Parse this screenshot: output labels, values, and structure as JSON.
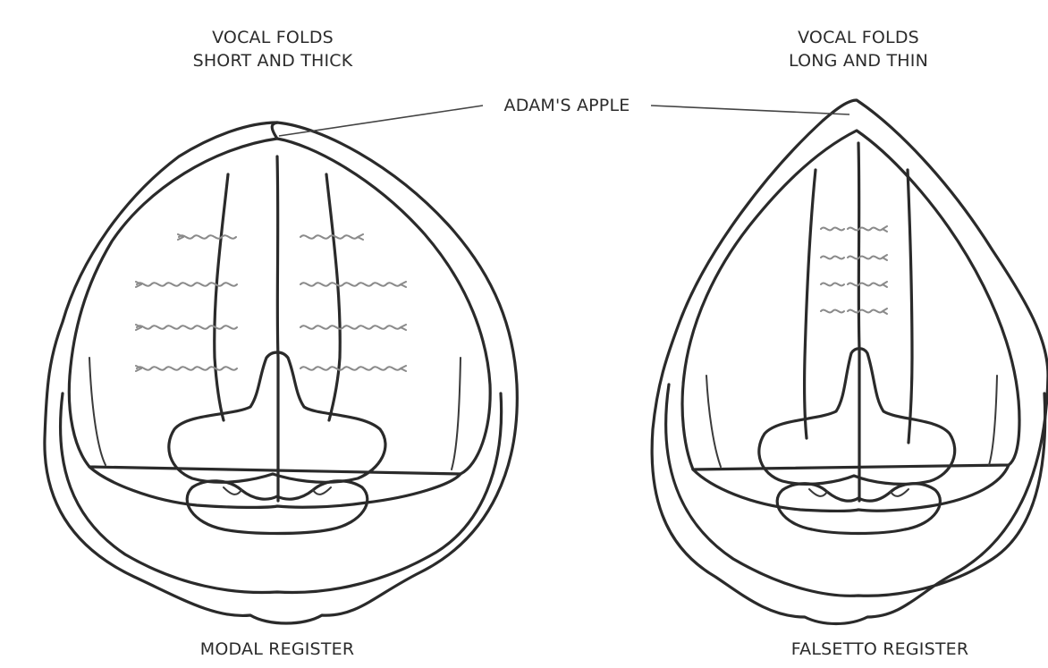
{
  "left": {
    "heading_line1": "VOCAL FOLDS",
    "heading_line2": "SHORT AND THICK",
    "caption": "MODAL REGISTER"
  },
  "right": {
    "heading_line1": "VOCAL FOLDS",
    "heading_line2": "LONG AND THIN",
    "caption": "FALSETTO REGISTER"
  },
  "center_label": "ADAM'S APPLE"
}
